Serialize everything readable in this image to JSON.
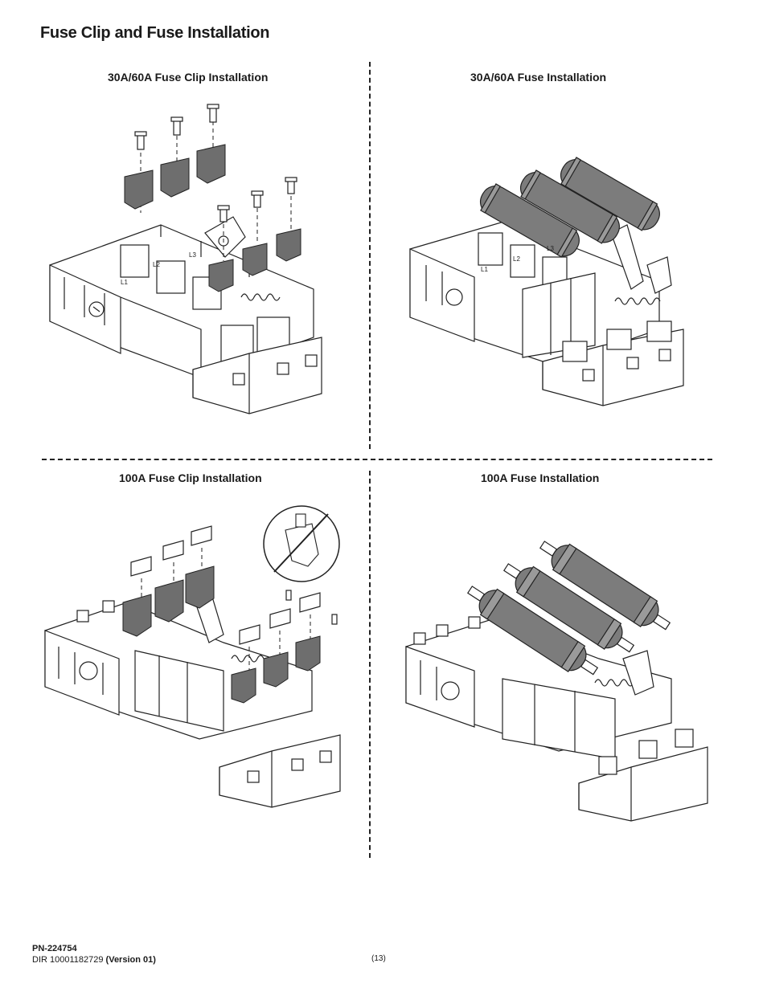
{
  "page": {
    "title": "Fuse Clip and Fuse Installation"
  },
  "panels": {
    "top_left": {
      "title": "30A/60A Fuse Clip Installation"
    },
    "top_right": {
      "title": "30A/60A Fuse Installation"
    },
    "bottom_left": {
      "title": "100A Fuse Clip Installation"
    },
    "bottom_right": {
      "title": "100A Fuse Installation"
    }
  },
  "labels": {
    "l1": "L1",
    "l2": "L2",
    "l3": "L3"
  },
  "footer": {
    "pn": "PN-224754",
    "dir_prefix": "DIR 10001182729 ",
    "version": "(Version 01)",
    "page_number": "(13)"
  },
  "colors": {
    "fuse_gray": "#7c7c7c",
    "clip_gray": "#6e6e6e",
    "line": "#222222"
  }
}
